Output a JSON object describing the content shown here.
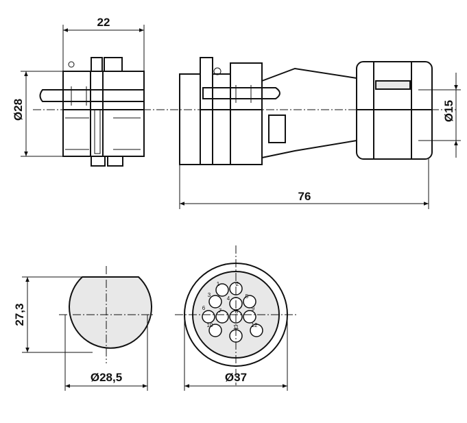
{
  "dimensions": {
    "d22": "22",
    "d28": "Ø28",
    "d76": "76",
    "d15": "Ø15",
    "d27_3": "27,3",
    "d28_5": "Ø28,5",
    "d37": "Ø37"
  },
  "pins": [
    "1",
    "2",
    "3",
    "4",
    "5",
    "6",
    "7",
    "8",
    "9",
    "10",
    "11",
    "12"
  ],
  "colors": {
    "line": "#111111",
    "fill": "#e8e8e8",
    "background": "#ffffff"
  }
}
